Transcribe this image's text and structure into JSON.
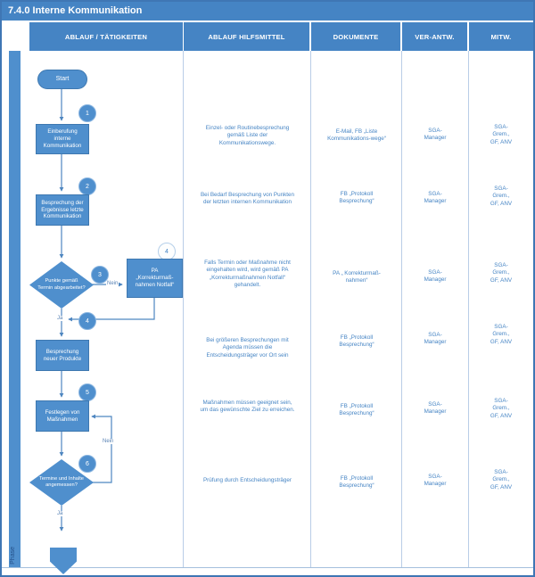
{
  "title": "7.4.0 Interne Kommunikation",
  "phase_label": "Phase",
  "columns": [
    "ABLAUF / TÄTIGKEITEN",
    "ABLAUF HILFSMITTEL",
    "DOKUMENTE",
    "VER-ANTW.",
    "MITW."
  ],
  "flow": {
    "start_label": "Start",
    "steps": {
      "step1": {
        "badge": "1",
        "label": "Einberufung\ninterne\nKommunikation"
      },
      "step2": {
        "badge": "2",
        "label": "Besprechung der\nErgebnisse letzte\nKommunikation"
      },
      "decision1": {
        "badge": "3",
        "label": "Punkte gemäß\nTermin abgearbeitet?"
      },
      "pa_box": {
        "badge": "4",
        "label": "PA\n„Korrekturmaß-\nnahmen Notfall“"
      },
      "step4": {
        "badge": "4",
        "label": "Besprechung\nneuer Produkte"
      },
      "step5": {
        "badge": "5",
        "label": "Festlegen von\nMaßnahmen"
      },
      "decision2": {
        "badge": "6",
        "label": "Termine und Inhalte\nangemessen?"
      }
    },
    "labels": {
      "yes": "Ja",
      "no": "Nein"
    }
  },
  "rows": [
    {
      "hilfsmittel": "Einzel- oder Routinebesprechung\ngemäß Liste der\nKommunikationswege.",
      "dokumente": "E-Mail, FB „Liste\nKommunikations-wege“",
      "verantw": "SGA-\nManager",
      "mitw": "SGA-\nGrem.,\nGF, ANV"
    },
    {
      "hilfsmittel": "Bei Bedarf Besprechung von Punkten\nder letzten internen Kommunikation",
      "dokumente": "FB „Protokoll\nBesprechung“",
      "verantw": "SGA-\nManager",
      "mitw": "SGA-\nGrem.,\nGF, ANV"
    },
    {
      "hilfsmittel": "Falls Termin oder Maßnahme nicht\neingehalten wird, wird gemäß  PA\n„Korrekturmaßnahmen Notfall“\ngehandelt.",
      "dokumente": "PA „ Korrekturmaß-\nnahmen“",
      "verantw": "SGA-\nManager",
      "mitw": "SGA-\nGrem.,\nGF, ANV"
    },
    {
      "hilfsmittel": "Bei größeren Besprechungen mit\nAgenda müssen die\nEntscheidungsträger vor Ort sein",
      "dokumente": "FB „Protokoll\nBesprechung“",
      "verantw": "SGA-\nManager",
      "mitw": "SGA-\nGrem.,\nGF, ANV"
    },
    {
      "hilfsmittel": "Maßnahmen müssen geeignet sein,\num das gewünschte Ziel zu erreichen.",
      "dokumente": "FB „Protokoll\nBesprechung“",
      "verantw": "SGA-\nManager",
      "mitw": "SGA-\nGrem.,\nGF, ANV"
    },
    {
      "hilfsmittel": "Prüfung durch Entscheidungsträger",
      "dokumente": "FB „Protokoll\nBesprechung“",
      "verantw": "SGA-\nManager",
      "mitw": "SGA-\nGrem.,\nGF, ANV"
    }
  ],
  "colors": {
    "header_bg": "#4584c4",
    "shape_fill": "#4f8fcd",
    "shape_border": "#3e78b0",
    "connector": "#4e86c0",
    "body_text": "#4584c4",
    "separator": "#b9cde7"
  }
}
